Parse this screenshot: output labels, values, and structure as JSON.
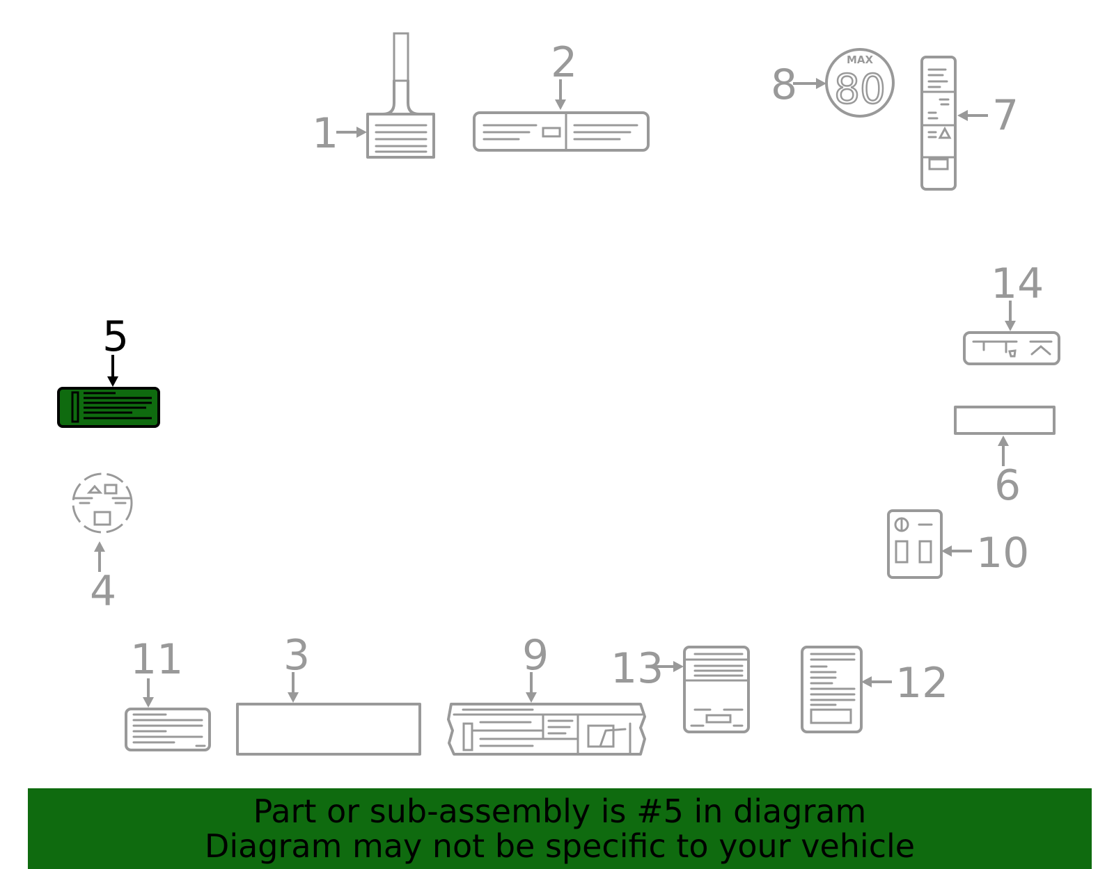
{
  "diagram": {
    "callouts": [
      "1",
      "2",
      "3",
      "4",
      "5",
      "6",
      "7",
      "8",
      "9",
      "10",
      "11",
      "12",
      "13",
      "14"
    ],
    "highlighted_callout": "5",
    "sticker_text": {
      "max": "MAX",
      "speed": "80"
    },
    "colors": {
      "parts": "#999999",
      "highlight": "#0f6b0f",
      "outline": "#000000"
    }
  },
  "banner": {
    "line1": "Part or sub-assembly is #5 in diagram",
    "line2": "Diagram may not be specific to your vehicle",
    "background": "#0f6b0f"
  }
}
